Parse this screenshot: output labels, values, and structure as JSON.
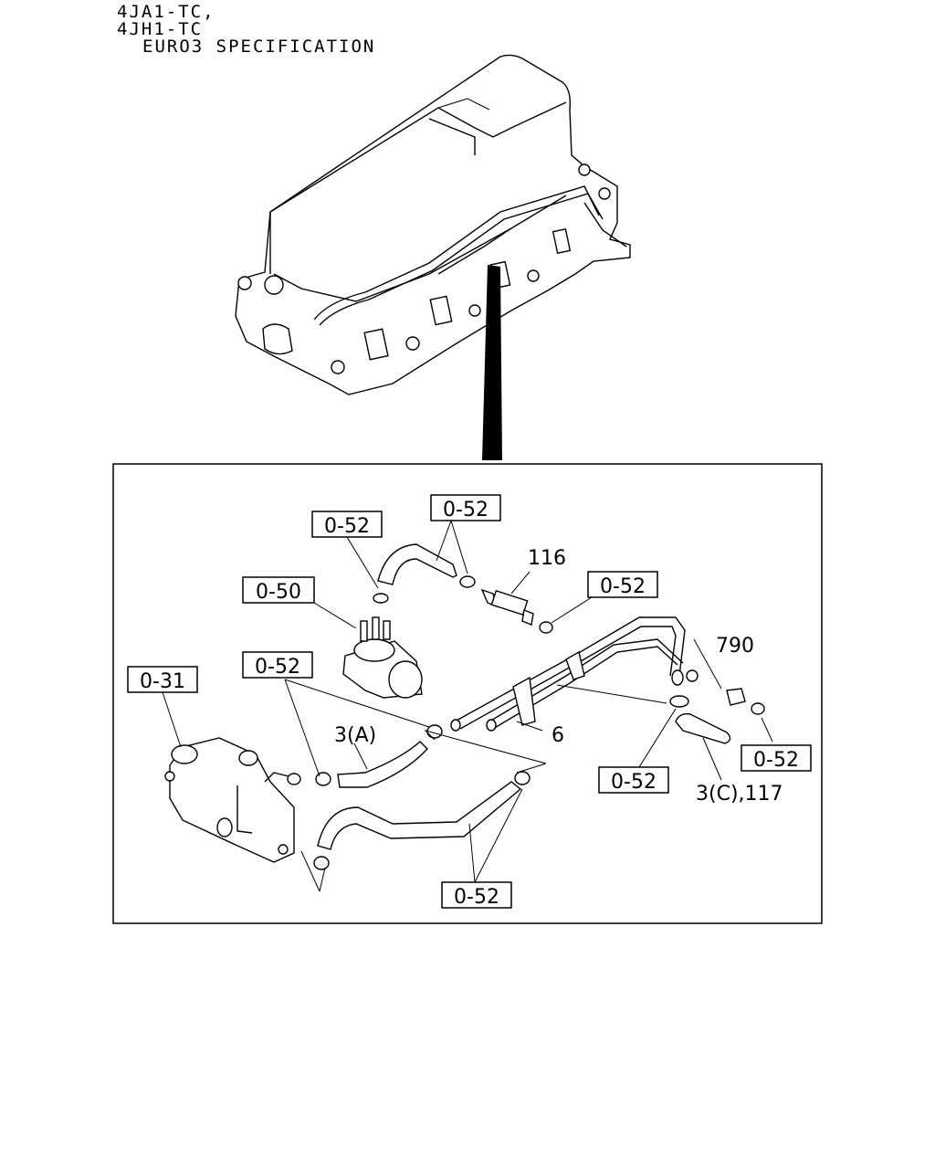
{
  "header": {
    "line1": "4JA1-TC,",
    "line2": "4JH1-TC",
    "line3": "EURO3 SPECIFICATION"
  },
  "callouts": [
    {
      "id": "c1",
      "text": "0-52"
    },
    {
      "id": "c2",
      "text": "0-52"
    },
    {
      "id": "c3",
      "text": "0-50"
    },
    {
      "id": "c4",
      "text": "0-52"
    },
    {
      "id": "c5",
      "text": "0-52"
    },
    {
      "id": "c6",
      "text": "0-31"
    },
    {
      "id": "c7",
      "text": "0-52"
    },
    {
      "id": "c8",
      "text": "0-52"
    },
    {
      "id": "c9",
      "text": "0-52"
    }
  ],
  "labels": {
    "part_116": "116",
    "part_790": "790",
    "part_3a": "3(A)",
    "part_6": "6",
    "part_3c": "3(C),117"
  }
}
